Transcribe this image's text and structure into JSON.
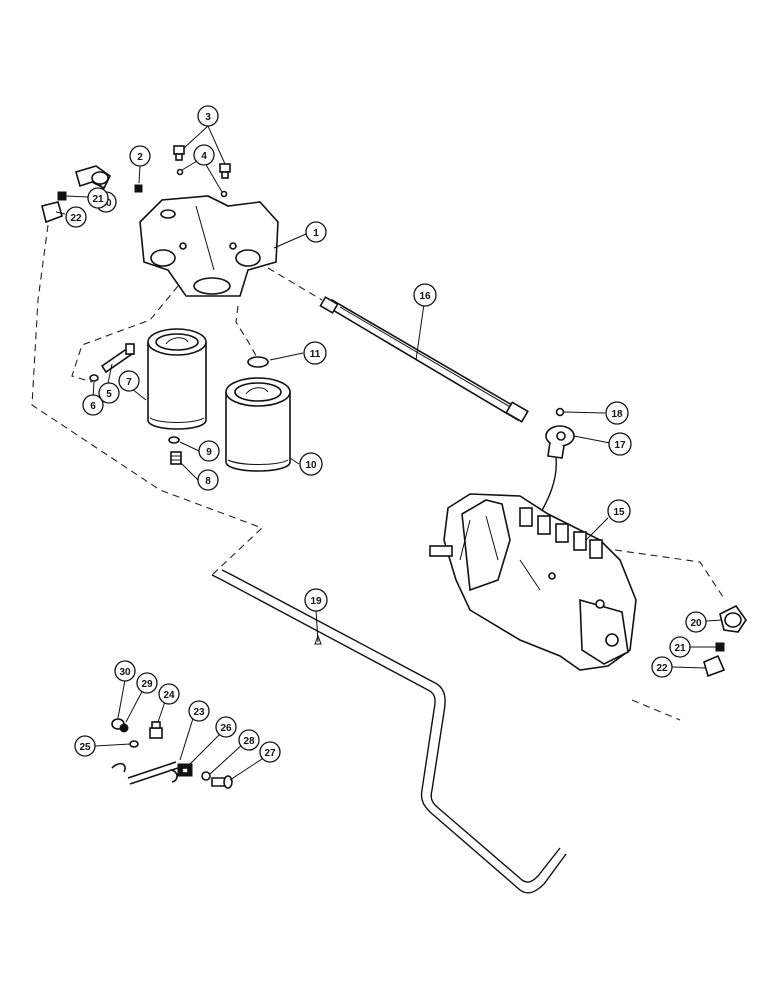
{
  "diagram": {
    "callouts": [
      {
        "id": "c1",
        "label": "1"
      },
      {
        "id": "c2",
        "label": "2"
      },
      {
        "id": "c3",
        "label": "3"
      },
      {
        "id": "c4",
        "label": "4"
      },
      {
        "id": "c5",
        "label": "5"
      },
      {
        "id": "c6",
        "label": "6"
      },
      {
        "id": "c7",
        "label": "7"
      },
      {
        "id": "c8",
        "label": "8"
      },
      {
        "id": "c9",
        "label": "9"
      },
      {
        "id": "c10",
        "label": "10"
      },
      {
        "id": "c11",
        "label": "11"
      },
      {
        "id": "c15",
        "label": "15"
      },
      {
        "id": "c16",
        "label": "16"
      },
      {
        "id": "c17",
        "label": "17"
      },
      {
        "id": "c18",
        "label": "18"
      },
      {
        "id": "c19",
        "label": "19"
      },
      {
        "id": "c20a",
        "label": "20"
      },
      {
        "id": "c21a",
        "label": "21"
      },
      {
        "id": "c22a",
        "label": "22"
      },
      {
        "id": "c20b",
        "label": "20"
      },
      {
        "id": "c21b",
        "label": "21"
      },
      {
        "id": "c22b",
        "label": "22"
      },
      {
        "id": "c23",
        "label": "23"
      },
      {
        "id": "c24",
        "label": "24"
      },
      {
        "id": "c25",
        "label": "25"
      },
      {
        "id": "c26",
        "label": "26"
      },
      {
        "id": "c27",
        "label": "27"
      },
      {
        "id": "c28",
        "label": "28"
      },
      {
        "id": "c29",
        "label": "29"
      },
      {
        "id": "c30",
        "label": "30"
      }
    ]
  }
}
